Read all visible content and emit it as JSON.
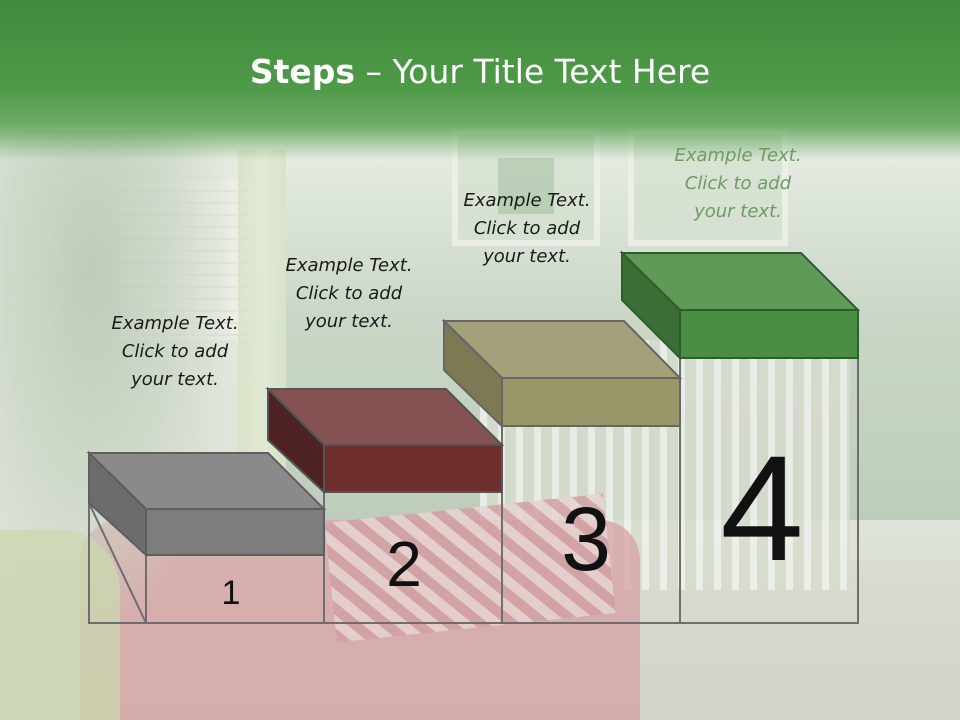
{
  "slide": {
    "title_bold": "Steps",
    "title_rest": " – Your Title Text Here",
    "steps": [
      {
        "number": "1",
        "text": [
          "Example Text.",
          "Click  to add",
          "your text."
        ],
        "color": "#8a8a8a"
      },
      {
        "number": "2",
        "text": [
          "Example Text.",
          "Click  to add",
          "your text."
        ],
        "color": "#6e2e2e"
      },
      {
        "number": "3",
        "text": [
          "Example Text.",
          "Click  to add",
          "your text."
        ],
        "color": "#99976a"
      },
      {
        "number": "4",
        "text": [
          "Example Text.",
          "Click  to add",
          "your text."
        ],
        "color": "#4a8e44"
      }
    ],
    "header_color": "#4e9a48"
  }
}
